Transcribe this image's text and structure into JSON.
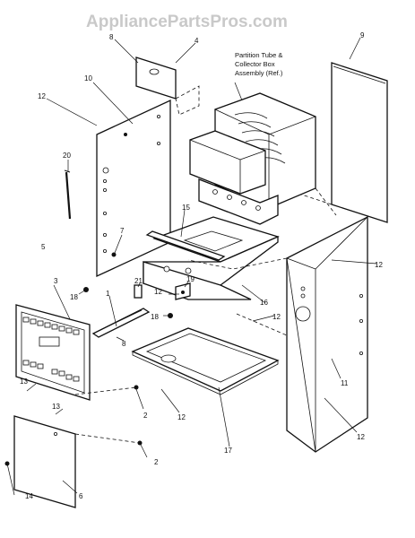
{
  "watermark": "AppliancePartsPros.com",
  "callouts": {
    "c1": "1",
    "c2a": "2",
    "c2b": "2",
    "c3": "3",
    "c4": "4",
    "c5": "5",
    "c6": "6",
    "c7": "7",
    "c8a": "8",
    "c8b": "8",
    "c9": "9",
    "c10": "10",
    "c11": "11",
    "c12a": "12",
    "c12b": "12",
    "c12c": "12",
    "c12d": "12",
    "c12e": "12",
    "c12f": "12",
    "c13a": "13",
    "c13b": "13",
    "c14": "14",
    "c15": "15",
    "c16": "16",
    "c17": "17",
    "c18a": "18",
    "c18b": "18",
    "c19": "19",
    "c20": "20",
    "c21": "21"
  },
  "assembly_label": [
    "Partition Tube &",
    "Collector Box",
    "Assembly (Ref.)"
  ]
}
